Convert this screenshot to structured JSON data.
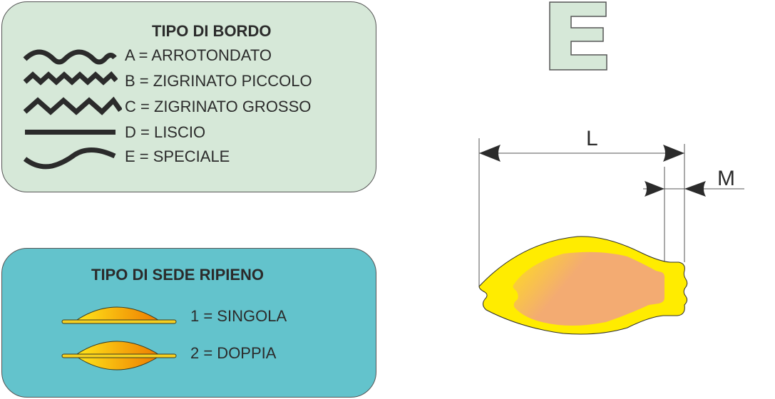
{
  "edge_panel": {
    "title": "TIPO DI BORDO",
    "items": [
      {
        "icon": "rounded-wave-icon",
        "label": "A = ARROTONDATO"
      },
      {
        "icon": "small-zigzag-icon",
        "label": "B = ZIGRINATO PICCOLO"
      },
      {
        "icon": "large-zigzag-icon",
        "label": "C = ZIGRINATO GROSSO"
      },
      {
        "icon": "straight-line-icon",
        "label": "D = LISCIO"
      },
      {
        "icon": "special-curve-icon",
        "label": "E = SPECIALE"
      }
    ]
  },
  "fill_panel": {
    "title": "TIPO DI SEDE RIPIENO",
    "items": [
      {
        "icon": "single-seat-icon",
        "label": "1 = SINGOLA"
      },
      {
        "icon": "double-seat-icon",
        "label": "2 = DOPPIA"
      }
    ]
  },
  "shape_code": "E",
  "dimensions": {
    "length_label": "L",
    "margin_label": "M"
  },
  "colors": {
    "edge_panel_bg": "#d6e8d8",
    "fill_panel_bg": "#63c3cc",
    "pasta_outer": "#ffec00",
    "pasta_inner": "#f3ab72",
    "icon_stroke": "#2b2b2b"
  }
}
